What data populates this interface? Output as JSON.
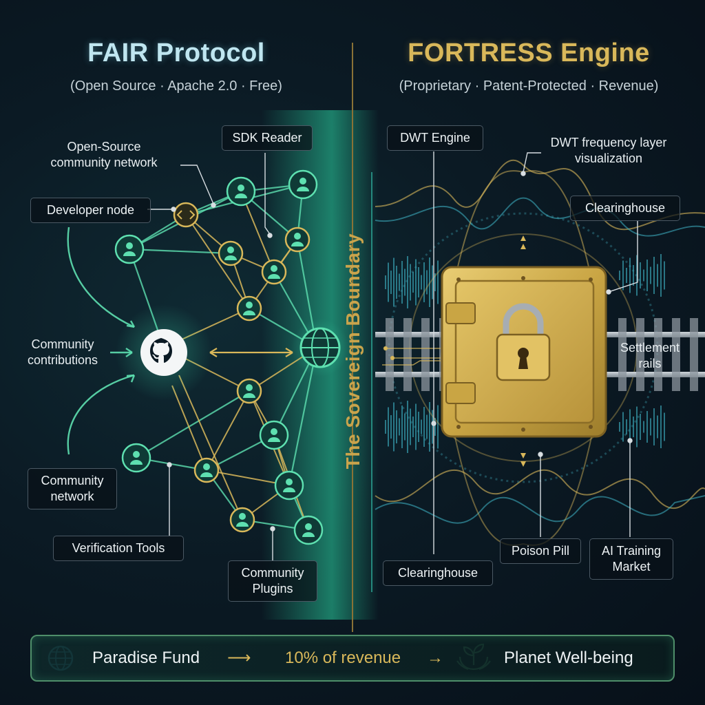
{
  "left": {
    "title": "FAIR Protocol",
    "subtitle": "(Open Source · Apache 2.0 · Free)",
    "labels": {
      "open_source_network": "Open-Source\ncommunity network",
      "sdk_reader": "SDK Reader",
      "developer_node": "Developer node",
      "community_contributions": "Community\ncontributions",
      "community_network": "Community\nnetwork",
      "verification_tools": "Verification Tools",
      "community_plugins": "Community\nPlugins"
    }
  },
  "boundary": {
    "label": "The Sovereign Boundary"
  },
  "right": {
    "title": "FORTRESS Engine",
    "subtitle": "(Proprietary · Patent-Protected · Revenue)",
    "labels": {
      "dwt_engine": "DWT Engine",
      "dwt_frequency": "DWT frequency layer\nvisualization",
      "clearinghouse_top": "Clearinghouse",
      "settlement_rails": "Settlement\nrails",
      "poison_pill": "Poison Pill",
      "ai_training_market": "AI Training\nMarket",
      "clearinghouse_bottom": "Clearinghouse"
    }
  },
  "fund": {
    "source": "Paradise Fund",
    "share": "10% of revenue",
    "target": "Planet Well-being",
    "arrow_1": "⟶",
    "arrow_2": "→"
  },
  "colors": {
    "teal": "#5ee0b0",
    "gold": "#d9b85a",
    "node_fill": "#0f3a36",
    "background": "#0b1a24"
  },
  "icons": {
    "hub": "github-icon",
    "developer": "code-icon",
    "globe": "globe-icon",
    "vault": "padlock-icon",
    "fund_left": "globe-icon",
    "fund_right": "sprout-hands-icon"
  }
}
